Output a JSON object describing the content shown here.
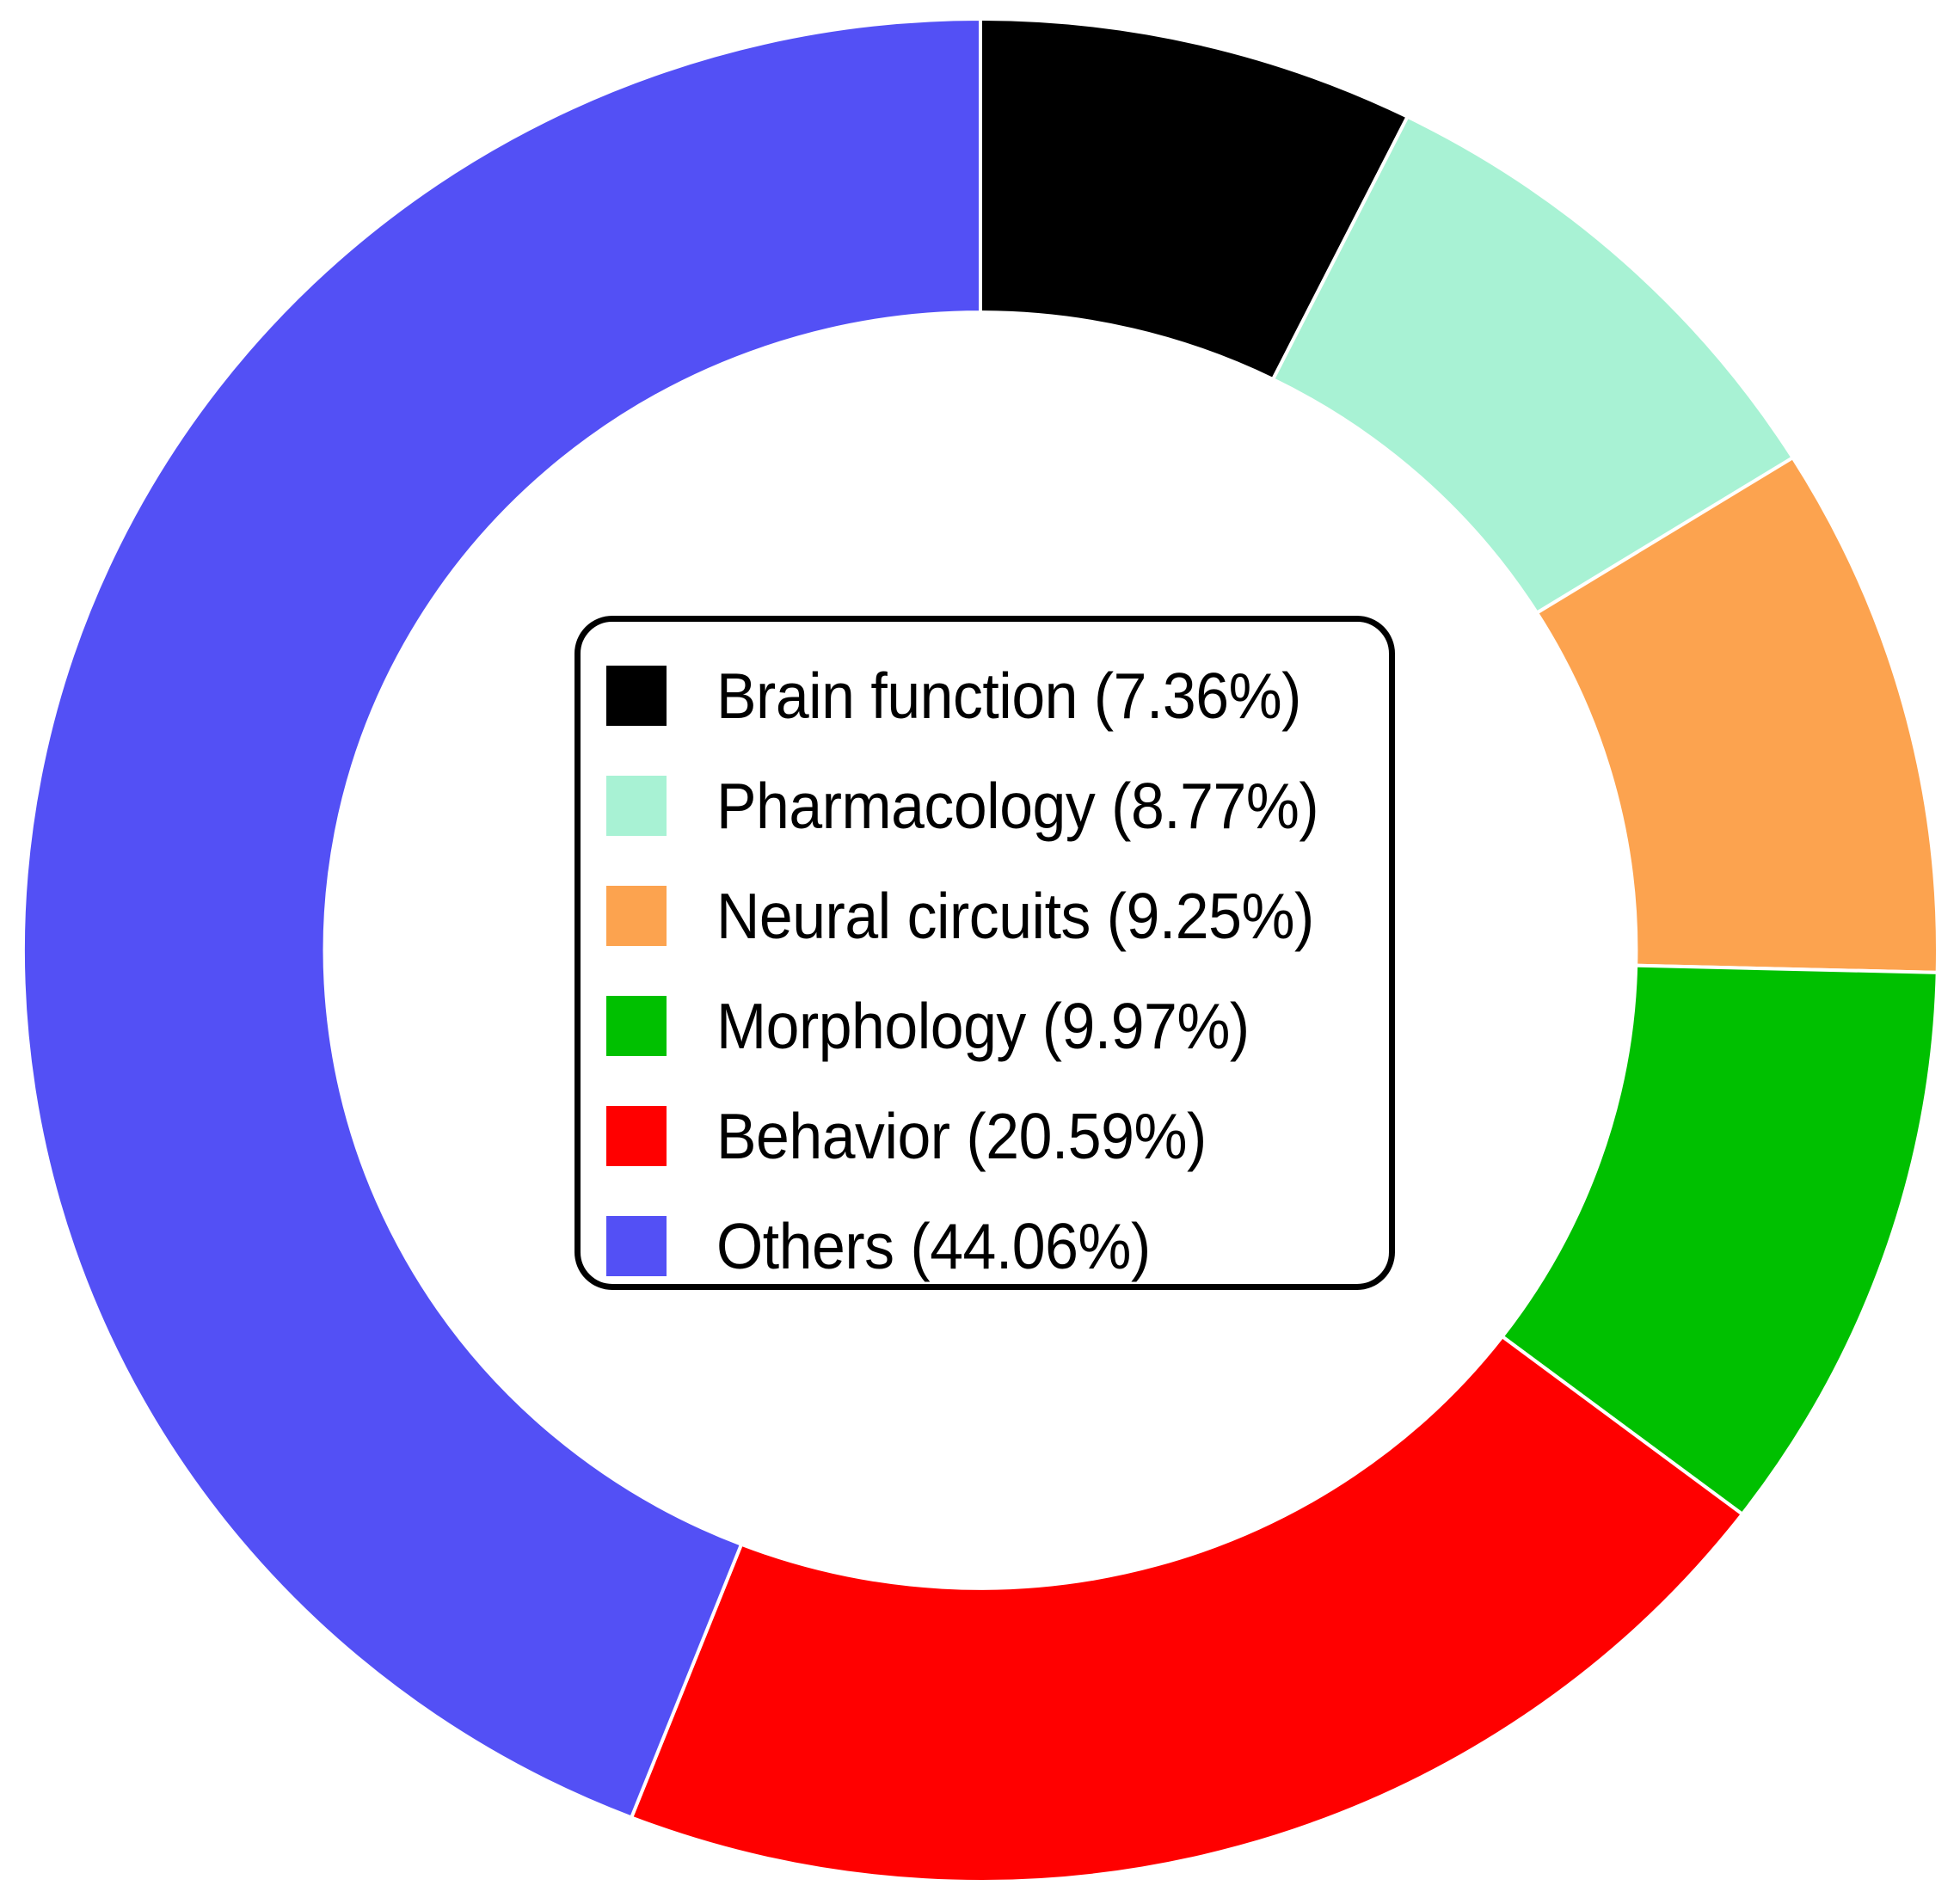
{
  "chart_data": {
    "type": "pie",
    "variant": "donut",
    "title": "",
    "subtitle": "",
    "xlabel": "",
    "ylabel": "",
    "grid": false,
    "legend_position": "center",
    "start_angle_deg": 90,
    "direction": "clockwise",
    "inner_radius_ratio": 0.685,
    "categories": [
      "Brain function",
      "Pharmacology",
      "Neural circuits",
      "Morphology",
      "Behavior",
      "Others"
    ],
    "values": [
      7.36,
      8.77,
      9.25,
      9.97,
      20.59,
      44.06
    ],
    "unit": "%",
    "colors": [
      "#000000",
      "#A8F2D4",
      "#FCA34F",
      "#00C000",
      "#FF0000",
      "#5350F5"
    ],
    "slices": [
      {
        "label": "Brain function",
        "value": 7.36,
        "percent_text": "7.36%",
        "color": "#000000"
      },
      {
        "label": "Pharmacology",
        "value": 8.77,
        "percent_text": "8.77%",
        "color": "#A8F2D4"
      },
      {
        "label": "Neural circuits",
        "value": 9.25,
        "percent_text": "9.25%",
        "color": "#FCA34F"
      },
      {
        "label": "Morphology",
        "value": 9.97,
        "percent_text": "9.97%",
        "color": "#00C000"
      },
      {
        "label": "Behavior",
        "value": 20.59,
        "percent_text": "20.59%",
        "color": "#FF0000"
      },
      {
        "label": "Others",
        "value": 44.06,
        "percent_text": "44.06%",
        "color": "#5350F5"
      }
    ]
  },
  "legend": {
    "border_color": "#000000",
    "background": "#ffffff",
    "items": [
      {
        "text": "Brain function (7.36%)",
        "color": "#000000"
      },
      {
        "text": "Pharmacology (8.77%)",
        "color": "#A8F2D4"
      },
      {
        "text": "Neural circuits (9.25%)",
        "color": "#FCA34F"
      },
      {
        "text": "Morphology (9.97%)",
        "color": "#00C000"
      },
      {
        "text": "Behavior (20.59%)",
        "color": "#FF0000"
      },
      {
        "text": "Others (44.06%)",
        "color": "#5350F5"
      }
    ]
  }
}
